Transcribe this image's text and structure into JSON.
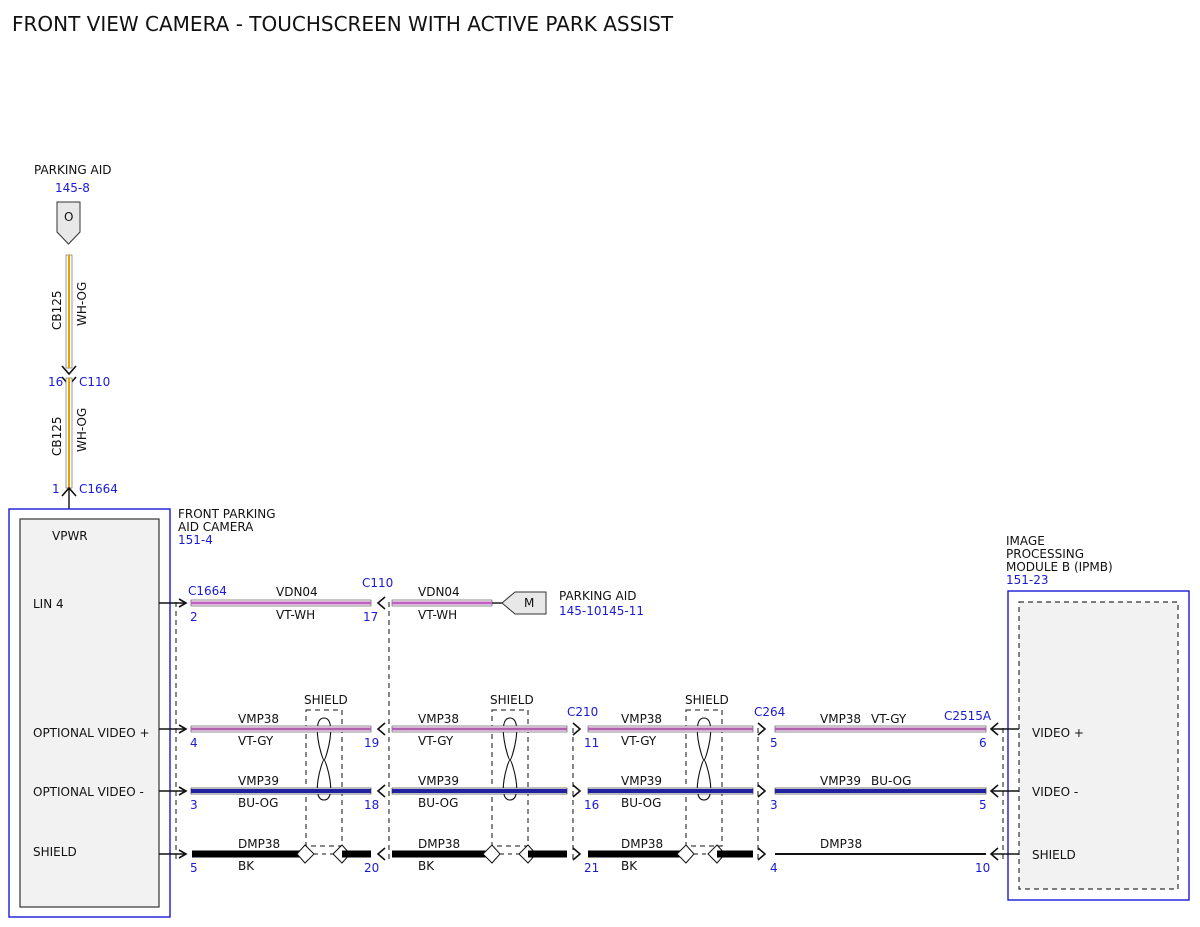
{
  "title": "FRONT VIEW CAMERA - TOUCHSCREEN WITH ACTIVE PARK ASSIST",
  "colors": {
    "accent_blue": "#1a1ad6",
    "wire_vt_wh": "#c060c0",
    "wire_vt_gy": "#b060b0",
    "wire_bu_og": "#2020a0",
    "wire_wh_og": "#e8a000",
    "wire_bk": "#000000"
  },
  "top_feed": {
    "label": "PARKING AID",
    "ref": "145-8",
    "connector_letter": "O",
    "upper_wire": {
      "circuit": "CB125",
      "color": "WH-OG"
    },
    "mid_connector": {
      "pin": "16",
      "name": "C110"
    },
    "lower_wire": {
      "circuit": "CB125",
      "color": "WH-OG"
    },
    "bottom_connector": {
      "pin": "1",
      "name": "C1664"
    }
  },
  "camera": {
    "title_line1": "FRONT PARKING",
    "title_line2": "AID CAMERA",
    "ref": "151-4",
    "pins": {
      "vpwr": "VPWR",
      "lin": "LIN 4",
      "opt_video_plus": "OPTIONAL VIDEO +",
      "opt_video_minus": "OPTIONAL VIDEO -",
      "shield": "SHIELD"
    }
  },
  "ipmb": {
    "title_line1": "IMAGE",
    "title_line2": "PROCESSING",
    "title_line3": "MODULE B (IPMB)",
    "ref": "151-23",
    "pins": {
      "video_plus": "VIDEO +",
      "video_minus": "VIDEO -",
      "shield": "SHIELD"
    }
  },
  "lin_row": {
    "connectors": {
      "c1664": "C1664",
      "c110": "C110"
    },
    "pins": {
      "p2": "2",
      "p17": "17"
    },
    "seg1": {
      "circuit": "VDN04",
      "color": "VT-WH"
    },
    "seg2": {
      "circuit": "VDN04",
      "color": "VT-WH"
    },
    "dest_letter": "M",
    "dest_label": "PARKING AID",
    "dest_ref": "145-10145-11"
  },
  "shield_label": "SHIELD",
  "video_connectors": {
    "c210": "C210",
    "c264": "C264",
    "c2515a": "C2515A"
  },
  "vplus_row": {
    "pins": {
      "p4": "4",
      "p19": "19",
      "p11": "11",
      "p5": "5",
      "p6": "6"
    },
    "seg1": {
      "circuit": "VMP38",
      "color": "VT-GY"
    },
    "seg2": {
      "circuit": "VMP38",
      "color": "VT-GY"
    },
    "seg3": {
      "circuit": "VMP38",
      "color": "VT-GY"
    },
    "seg4": {
      "circuit": "VMP38",
      "color": "VT-GY"
    }
  },
  "vminus_row": {
    "pins": {
      "p3": "3",
      "p18": "18",
      "p16": "16",
      "p3b": "3",
      "p5": "5"
    },
    "seg1": {
      "circuit": "VMP39",
      "color": "BU-OG"
    },
    "seg2": {
      "circuit": "VMP39",
      "color": "BU-OG"
    },
    "seg3": {
      "circuit": "VMP39",
      "color": "BU-OG"
    },
    "seg4": {
      "circuit": "VMP39",
      "color": "BU-OG"
    }
  },
  "shield_row": {
    "pins": {
      "p5": "5",
      "p20": "20",
      "p21": "21",
      "p4": "4",
      "p10": "10"
    },
    "seg1": {
      "circuit": "DMP38",
      "color": "BK"
    },
    "seg2": {
      "circuit": "DMP38",
      "color": "BK"
    },
    "seg3": {
      "circuit": "DMP38",
      "color": "BK"
    },
    "seg4": {
      "circuit": "DMP38"
    }
  }
}
